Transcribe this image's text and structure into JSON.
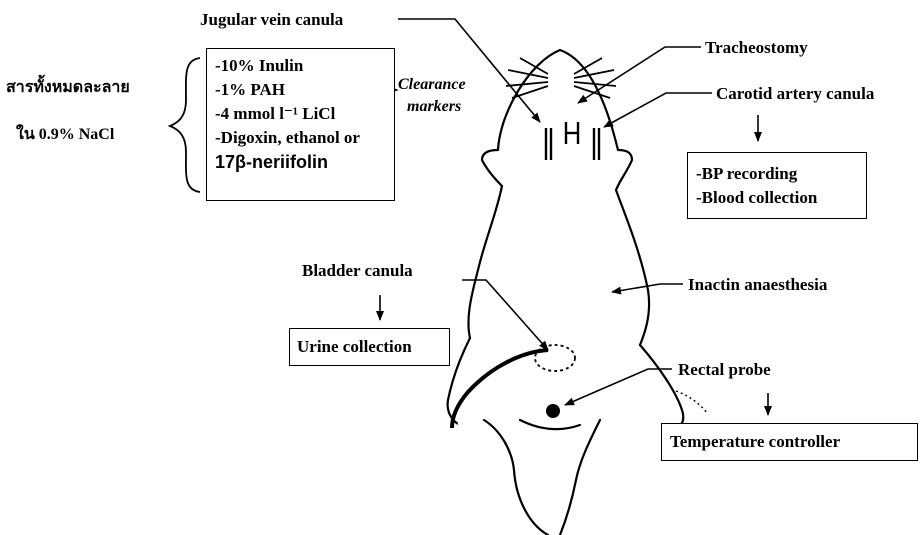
{
  "labels": {
    "jugular": "Jugular vein canula",
    "tracheostomy": "Tracheostomy",
    "carotid": "Carotid artery canula",
    "bladder": "Bladder canula",
    "inactin": "Inactin anaesthesia",
    "rectal": "Rectal probe",
    "thai_line1": "สารทั้งหมดละลาย",
    "thai_line2": "ใน 0.9% NaCl",
    "clearance_line1": "Clearance",
    "clearance_line2": "markers"
  },
  "infusion_box": {
    "items": [
      "-10% Inulin",
      "-1% PAH",
      "-4 mmol l⁻¹ LiCl",
      "-Digoxin, ethanol or",
      "17β-neriifolin"
    ]
  },
  "bp_box": {
    "items": [
      "-BP recording",
      "-Blood collection"
    ]
  },
  "urine_box": {
    "label": "Urine collection"
  },
  "temp_box": {
    "label": "Temperature controller"
  }
}
